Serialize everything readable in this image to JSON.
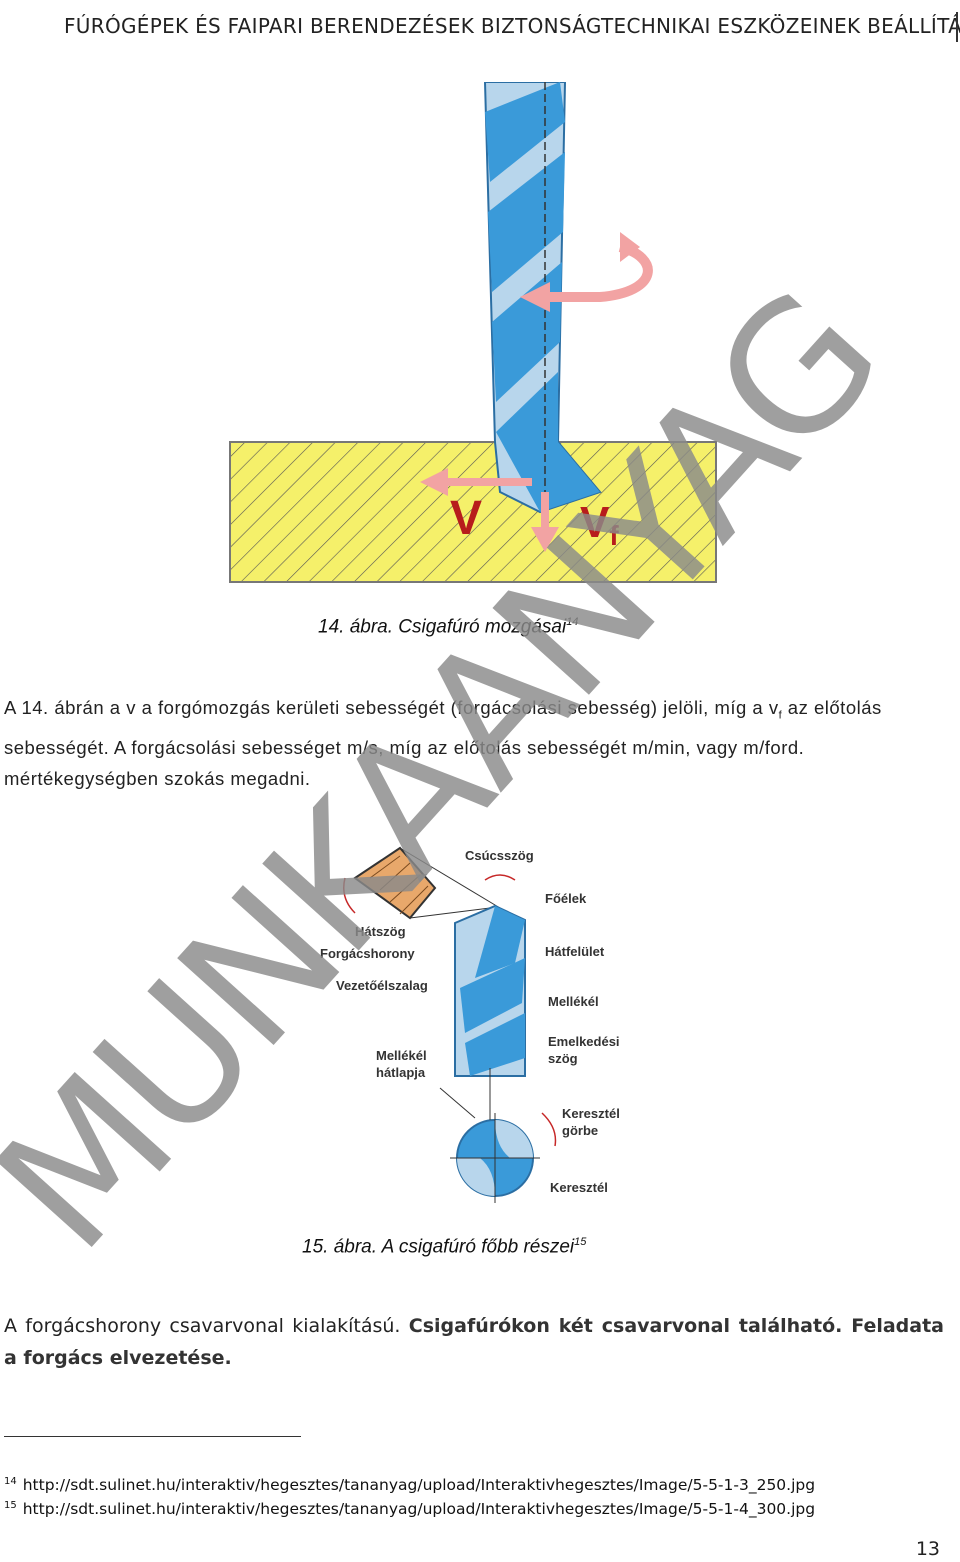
{
  "header": {
    "title": "FÚRÓGÉPEK ÉS FAIPARI BERENDEZÉSEK BIZTONSÁGTECHNIKAI ESZKÖZEINEK BEÁLLÍTÁSA"
  },
  "figure14": {
    "label_v": "V",
    "label_vf_main": "V",
    "label_vf_sub": "f",
    "caption": "14. ábra. Csigafúró mozgásai",
    "caption_ref": "14"
  },
  "paragraph1": {
    "part1": "A 14. ábrán a v a forgómozgás kerületi sebességét (forgácsolási sebesség) jelöli, míg a v",
    "sub": "f",
    "part2": " az előtolás sebességét. A forgácsolási sebességet m/s, míg az előtolás sebességét m/min, vagy m/ford. mértékegységben szokás megadni."
  },
  "figure15": {
    "labels": {
      "csucsszog": "Csúcsszög",
      "foelek": "Főélek",
      "hatszog": "Hátszög",
      "forgacshorony": "Forgácshorony",
      "hatfelulet": "Hátfelület",
      "vezetoelszalag": "Vezetőélszalag",
      "mellekel": "Mellékél",
      "emelkedesi": "Emelkedési",
      "szog": "szög",
      "mellekel_hatlapja_1": "Mellékél",
      "mellekel_hatlapja_2": "hátlapja",
      "keresztel_gorbe_1": "Keresztél",
      "keresztel_gorbe_2": "görbe",
      "keresztel": "Keresztél"
    },
    "caption": "15. ábra. A csigafúró főbb részei",
    "caption_ref": "15"
  },
  "paragraph2": {
    "plain": "A forgácshorony csavarvonal kialakítású. ",
    "bold": "Csigafúrókon két csavarvonal található. Feladata a forgács elvezetése."
  },
  "footnotes": [
    {
      "num": "14",
      "text": "http://sdt.sulinet.hu/interaktiv/hegesztes/tananyag/upload/Interaktivhegesztes/Image/5-5-1-3_250.jpg"
    },
    {
      "num": "15",
      "text": "http://sdt.sulinet.hu/interaktiv/hegesztes/tananyag/upload/Interaktivhegesztes/Image/5-5-1-4_300.jpg"
    }
  ],
  "page_number": "13",
  "watermark": {
    "text": "MUNKAANYAG"
  },
  "colors": {
    "drill_dark": "#3a9ad9",
    "drill_light": "#b8d6ec",
    "workpiece": "#f5f06a",
    "arrow_pink": "#f2a3a3",
    "label_red": "#b71c1c",
    "watermark": "#8a8a8a"
  }
}
